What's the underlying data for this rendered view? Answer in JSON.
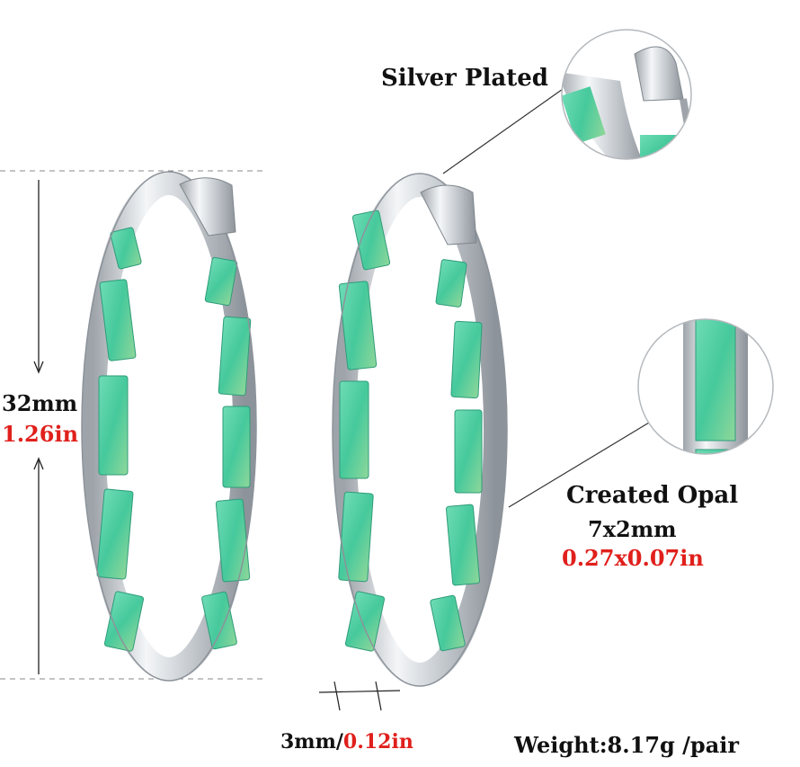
{
  "labels": {
    "finish": "Silver Plated",
    "height_mm": "32mm",
    "height_in": "1.26in",
    "stone_name": "Created Opal",
    "stone_size_mm": "7x2mm",
    "stone_size_in": "0.27x0.07in",
    "width_mm": "3mm/",
    "width_in": "0.12in",
    "weight": "Weight:8.17g /pair"
  },
  "colors": {
    "metal": "#d6dade",
    "opal": "#56d1a6",
    "highlight_red": "#e0201c",
    "text": "#111111"
  },
  "icons": [
    "hoop-earring-left",
    "hoop-earring-right",
    "clasp-zoom-circle",
    "opal-zoom-circle"
  ]
}
